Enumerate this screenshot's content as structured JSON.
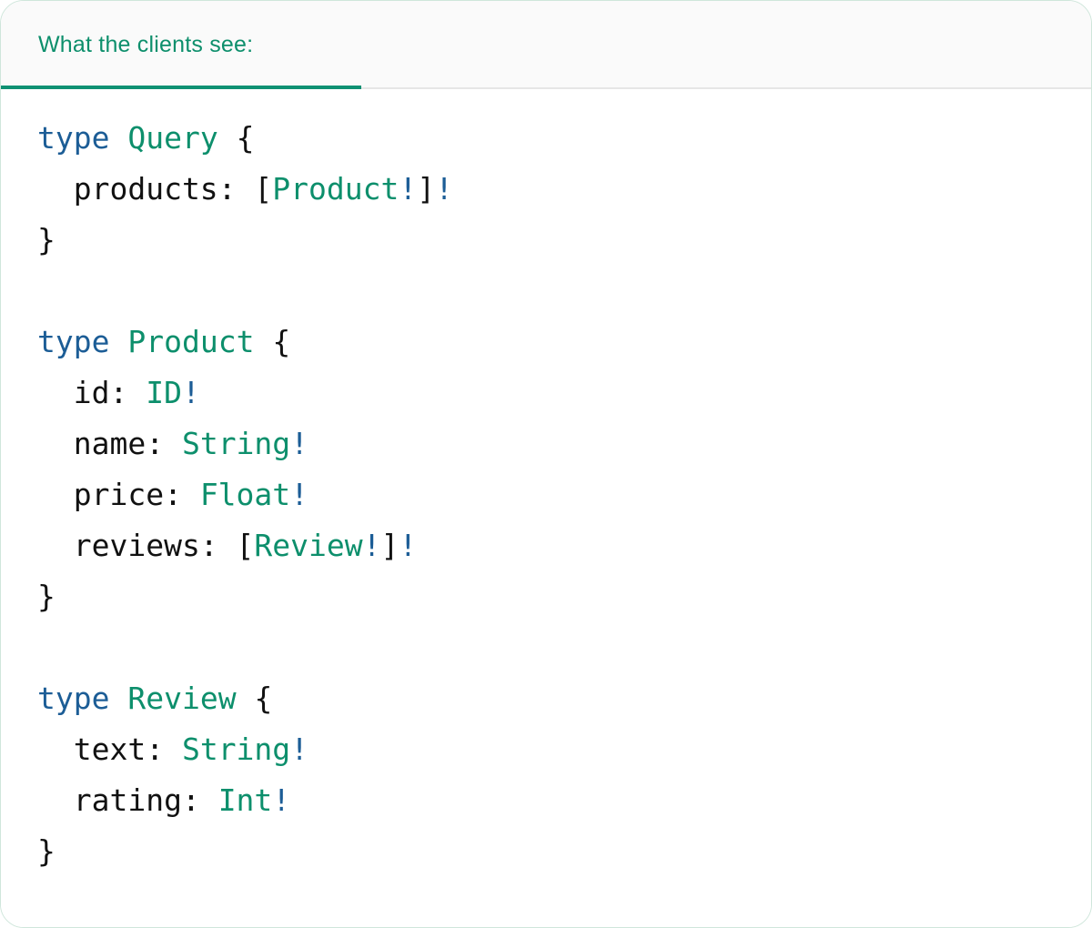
{
  "card": {
    "accent_color": "#0d8f6c",
    "keyword_color": "#1c5d96",
    "punctuation_color": "#111111",
    "header_background": "#fafafa",
    "body_background": "#ffffff",
    "border_color": "#cfe6db"
  },
  "tab": {
    "label": "What the clients see:",
    "active": true
  },
  "code": {
    "language": "graphql",
    "lines": [
      {
        "id": "line-1",
        "text": "type Query {",
        "tokens": [
          {
            "t": "type",
            "c": "kw"
          },
          {
            "t": " ",
            "c": "plain"
          },
          {
            "t": "Query",
            "c": "type"
          },
          {
            "t": " ",
            "c": "plain"
          },
          {
            "t": "{",
            "c": "punc"
          }
        ]
      },
      {
        "id": "line-2",
        "text": "  products: [Product!]!",
        "tokens": [
          {
            "t": "  products: ",
            "c": "field"
          },
          {
            "t": "[",
            "c": "punc"
          },
          {
            "t": "Product",
            "c": "type"
          },
          {
            "t": "!",
            "c": "bang"
          },
          {
            "t": "]",
            "c": "punc"
          },
          {
            "t": "!",
            "c": "bang"
          }
        ]
      },
      {
        "id": "line-3",
        "text": "}",
        "tokens": [
          {
            "t": "}",
            "c": "punc"
          }
        ]
      },
      {
        "id": "line-4",
        "text": "",
        "tokens": []
      },
      {
        "id": "line-5",
        "text": "type Product {",
        "tokens": [
          {
            "t": "type",
            "c": "kw"
          },
          {
            "t": " ",
            "c": "plain"
          },
          {
            "t": "Product",
            "c": "type"
          },
          {
            "t": " ",
            "c": "plain"
          },
          {
            "t": "{",
            "c": "punc"
          }
        ]
      },
      {
        "id": "line-6",
        "text": "  id: ID!",
        "tokens": [
          {
            "t": "  id: ",
            "c": "field"
          },
          {
            "t": "ID",
            "c": "type"
          },
          {
            "t": "!",
            "c": "bang"
          }
        ]
      },
      {
        "id": "line-7",
        "text": "  name: String!",
        "tokens": [
          {
            "t": "  name: ",
            "c": "field"
          },
          {
            "t": "String",
            "c": "type"
          },
          {
            "t": "!",
            "c": "bang"
          }
        ]
      },
      {
        "id": "line-8",
        "text": "  price: Float!",
        "tokens": [
          {
            "t": "  price: ",
            "c": "field"
          },
          {
            "t": "Float",
            "c": "type"
          },
          {
            "t": "!",
            "c": "bang"
          }
        ]
      },
      {
        "id": "line-9",
        "text": "  reviews: [Review!]!",
        "tokens": [
          {
            "t": "  reviews: ",
            "c": "field"
          },
          {
            "t": "[",
            "c": "punc"
          },
          {
            "t": "Review",
            "c": "type"
          },
          {
            "t": "!",
            "c": "bang"
          },
          {
            "t": "]",
            "c": "punc"
          },
          {
            "t": "!",
            "c": "bang"
          }
        ]
      },
      {
        "id": "line-10",
        "text": "}",
        "tokens": [
          {
            "t": "}",
            "c": "punc"
          }
        ]
      },
      {
        "id": "line-11",
        "text": "",
        "tokens": []
      },
      {
        "id": "line-12",
        "text": "type Review {",
        "tokens": [
          {
            "t": "type",
            "c": "kw"
          },
          {
            "t": " ",
            "c": "plain"
          },
          {
            "t": "Review",
            "c": "type"
          },
          {
            "t": " ",
            "c": "plain"
          },
          {
            "t": "{",
            "c": "punc"
          }
        ]
      },
      {
        "id": "line-13",
        "text": "  text: String!",
        "tokens": [
          {
            "t": "  text: ",
            "c": "field"
          },
          {
            "t": "String",
            "c": "type"
          },
          {
            "t": "!",
            "c": "bang"
          }
        ]
      },
      {
        "id": "line-14",
        "text": "  rating: Int!",
        "tokens": [
          {
            "t": "  rating: ",
            "c": "field"
          },
          {
            "t": "Int",
            "c": "type"
          },
          {
            "t": "!",
            "c": "bang"
          }
        ]
      },
      {
        "id": "line-15",
        "text": "}",
        "tokens": [
          {
            "t": "}",
            "c": "punc"
          }
        ]
      }
    ]
  }
}
